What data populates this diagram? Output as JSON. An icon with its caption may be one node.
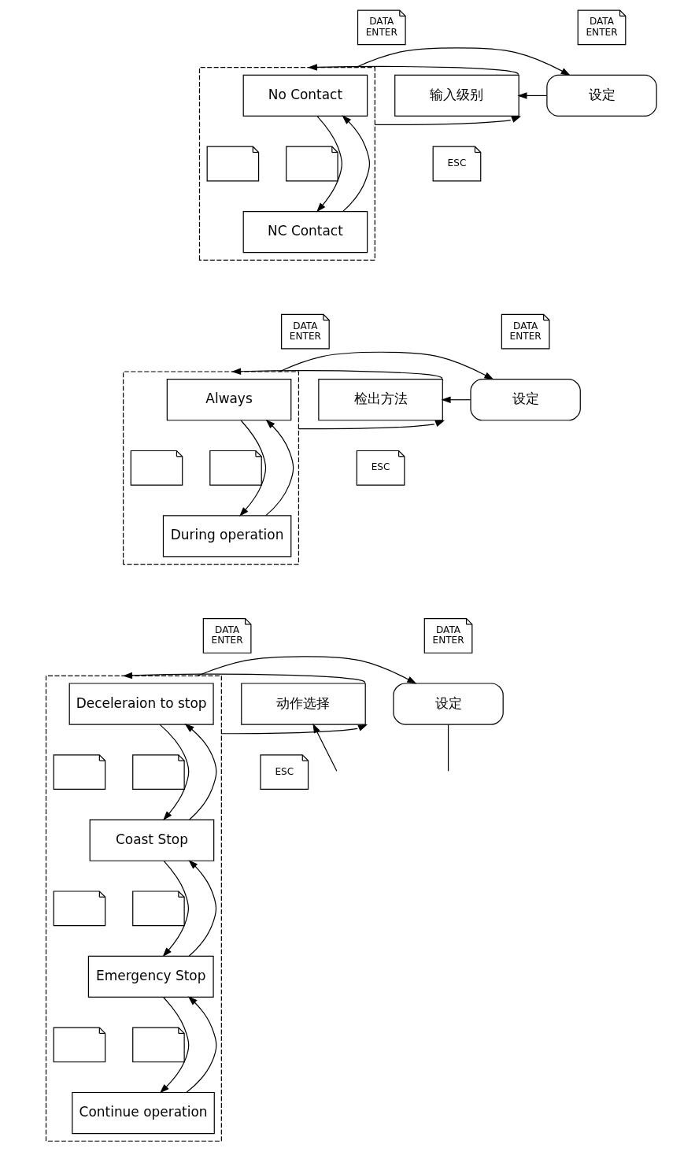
{
  "diagram": {
    "nodes": [
      {
        "text": [
          "输入级别"
        ]
      },
      {
        "text": [
          "DATA",
          "ENTER"
        ]
      },
      {
        "text": [
          "ESC"
        ]
      },
      {
        "text": [],
        "shape": "box"
      },
      {
        "text": [
          "No Contact"
        ],
        "in": 3
      },
      {
        "text": [],
        "shape": "box",
        "in": 3
      },
      {
        "text": [],
        "shape": "box",
        "in": 3
      },
      {
        "text": [
          "NC Contact"
        ],
        "in": 3
      },
      {
        "text": [
          "DATA",
          "ENTER"
        ]
      },
      {
        "text": [
          "设定"
        ]
      },
      {
        "text": [
          "检出方法"
        ]
      },
      {
        "text": [
          "DATA",
          "ENTER"
        ]
      },
      {
        "text": [
          "ESC"
        ]
      },
      {
        "text": [],
        "shape": "box"
      },
      {
        "text": [
          "Always"
        ],
        "in": 13
      },
      {
        "text": [],
        "shape": "box",
        "in": 13
      },
      {
        "text": [],
        "shape": "box",
        "in": 13
      },
      {
        "text": [
          "During operation"
        ],
        "in": 13
      },
      {
        "text": [
          "DATA",
          "ENTER"
        ]
      },
      {
        "text": [
          "设定"
        ]
      },
      {
        "text": [
          "动作选择"
        ]
      },
      {
        "text": [
          "DATA",
          "ENTER"
        ]
      },
      {
        "text": [
          "ESC"
        ]
      },
      {
        "text": [],
        "shape": "box"
      },
      {
        "text": [
          "Deceleraion to stop"
        ],
        "in": 23
      },
      {
        "text": [],
        "shape": "box",
        "in": 23
      },
      {
        "text": [],
        "shape": "box",
        "in": 23
      },
      {
        "text": [
          "Coast Stop"
        ],
        "in": 23
      },
      {
        "text": [],
        "shape": "box",
        "in": 23
      },
      {
        "text": [],
        "shape": "box",
        "in": 23
      },
      {
        "text": [
          "Emergency Stop"
        ],
        "in": 23
      },
      {
        "text": [],
        "shape": "box",
        "in": 23
      },
      {
        "text": [],
        "shape": "box",
        "in": 23
      },
      {
        "text": [
          "Continue operation"
        ],
        "in": 23
      },
      {
        "text": [
          "DATA",
          "ENTER"
        ]
      },
      {
        "text": [
          "设定"
        ]
      }
    ],
    "edges": [
      {
        "from": 0,
        "to": 3,
        "arrow": "to"
      },
      {
        "from": 3,
        "to": 0,
        "arrow": "to"
      },
      {
        "from": 4,
        "to": 7,
        "arrow": "to"
      },
      {
        "from": 7,
        "to": 4,
        "arrow": "to"
      },
      {
        "from": 3,
        "to": 9,
        "arrow": "to"
      },
      {
        "from": 9,
        "to": 0,
        "arrow": "to"
      },
      {
        "from": 10,
        "to": 13,
        "arrow": "to"
      },
      {
        "from": 13,
        "to": 10,
        "arrow": "to"
      },
      {
        "from": 14,
        "to": 17,
        "arrow": "to"
      },
      {
        "from": 17,
        "to": 14,
        "arrow": "to"
      },
      {
        "from": 13,
        "to": 19,
        "arrow": "to"
      },
      {
        "from": 19,
        "to": 10,
        "arrow": "to"
      },
      {
        "from": 20,
        "to": 23,
        "arrow": "to"
      },
      {
        "from": 23,
        "to": 20,
        "arrow": "to"
      },
      {
        "from": 24,
        "to": 27,
        "arrow": "to"
      },
      {
        "from": 27,
        "to": 24,
        "arrow": "to"
      },
      {
        "from": 27,
        "to": 30,
        "arrow": "to"
      },
      {
        "from": 30,
        "to": 27,
        "arrow": "to"
      },
      {
        "from": 30,
        "to": 33,
        "arrow": "to"
      },
      {
        "from": 33,
        "to": 30,
        "arrow": "to"
      },
      {
        "from": 23,
        "to": 35,
        "arrow": "to"
      },
      {
        "from": 35,
        "to": null,
        "arrow": "none"
      },
      {
        "from": null,
        "to": 20,
        "arrow": "to"
      }
    ]
  }
}
